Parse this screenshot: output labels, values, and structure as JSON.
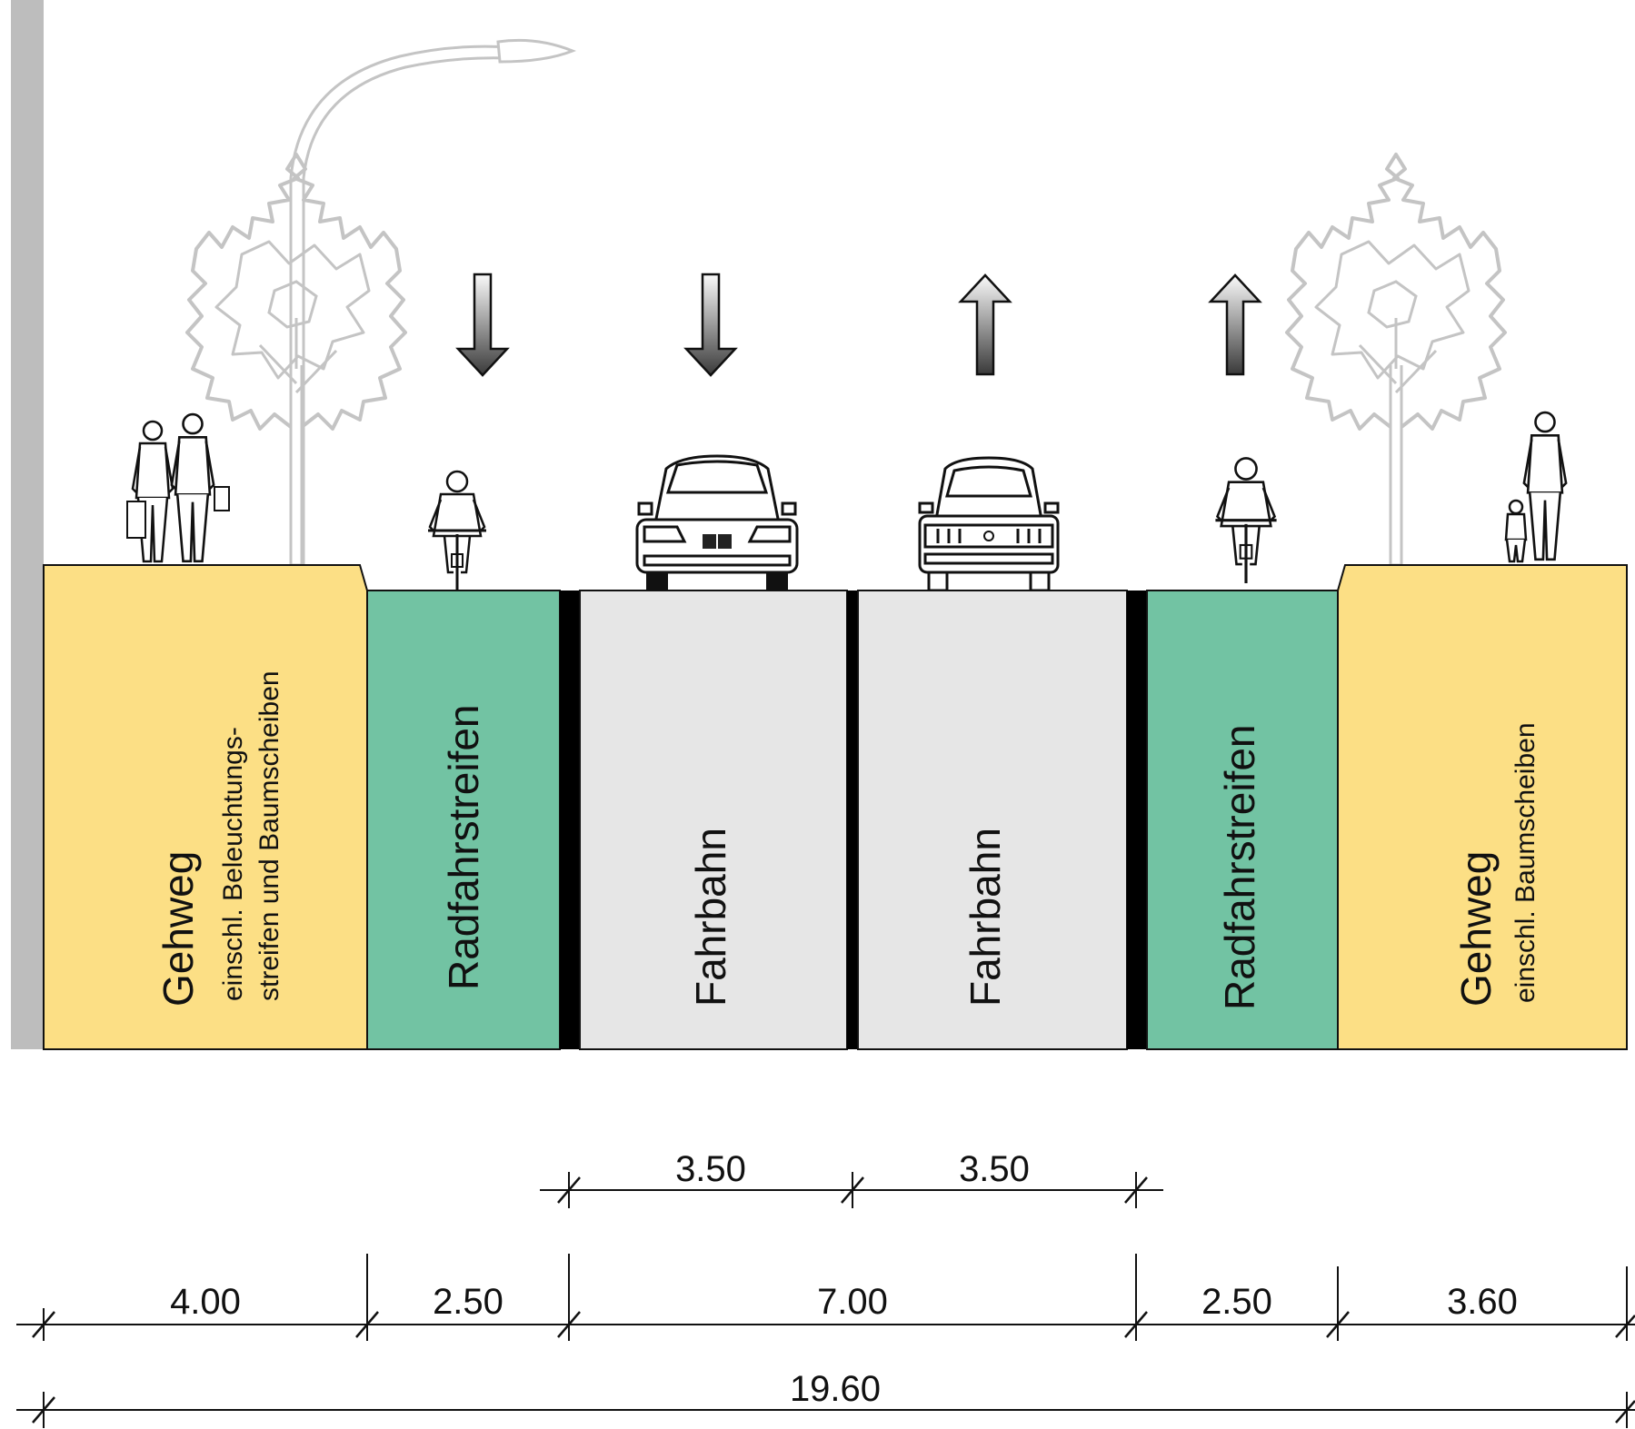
{
  "colors": {
    "sidewalk": "#fcdf85",
    "bike_lane": "#72c3a3",
    "roadway": "#e6e6e6",
    "marking": "#000000",
    "wall": "#bdbdbd",
    "tree": "#c4c4c4"
  },
  "icons": {
    "arrow_down": "arrow-down-icon",
    "arrow_up": "arrow-up-icon",
    "tree": "tree-icon",
    "street_lamp": "street-lamp-icon",
    "car": "car-icon",
    "cyclist": "cyclist-icon",
    "pedestrians": "pedestrian-icon"
  },
  "sections": {
    "sidewalk_left": {
      "title": "Gehweg",
      "sub1": "einschl. Beleuchtungs-",
      "sub2": "streifen und Baumscheiben"
    },
    "bike_left": {
      "title": "Radfahrstreifen"
    },
    "road_left": {
      "title": "Fahrbahn"
    },
    "road_right": {
      "title": "Fahrbahn"
    },
    "bike_right": {
      "title": "Radfahrstreifen"
    },
    "sidewalk_right": {
      "title": "Gehweg",
      "sub1": "einschl. Baumscheiben"
    }
  },
  "dimensions": {
    "lane_left": "3.50",
    "lane_right": "3.50",
    "sidewalk_left": "4.00",
    "bike_left": "2.50",
    "roadway": "7.00",
    "bike_right": "2.50",
    "sidewalk_right": "3.60",
    "total": "19.60"
  }
}
